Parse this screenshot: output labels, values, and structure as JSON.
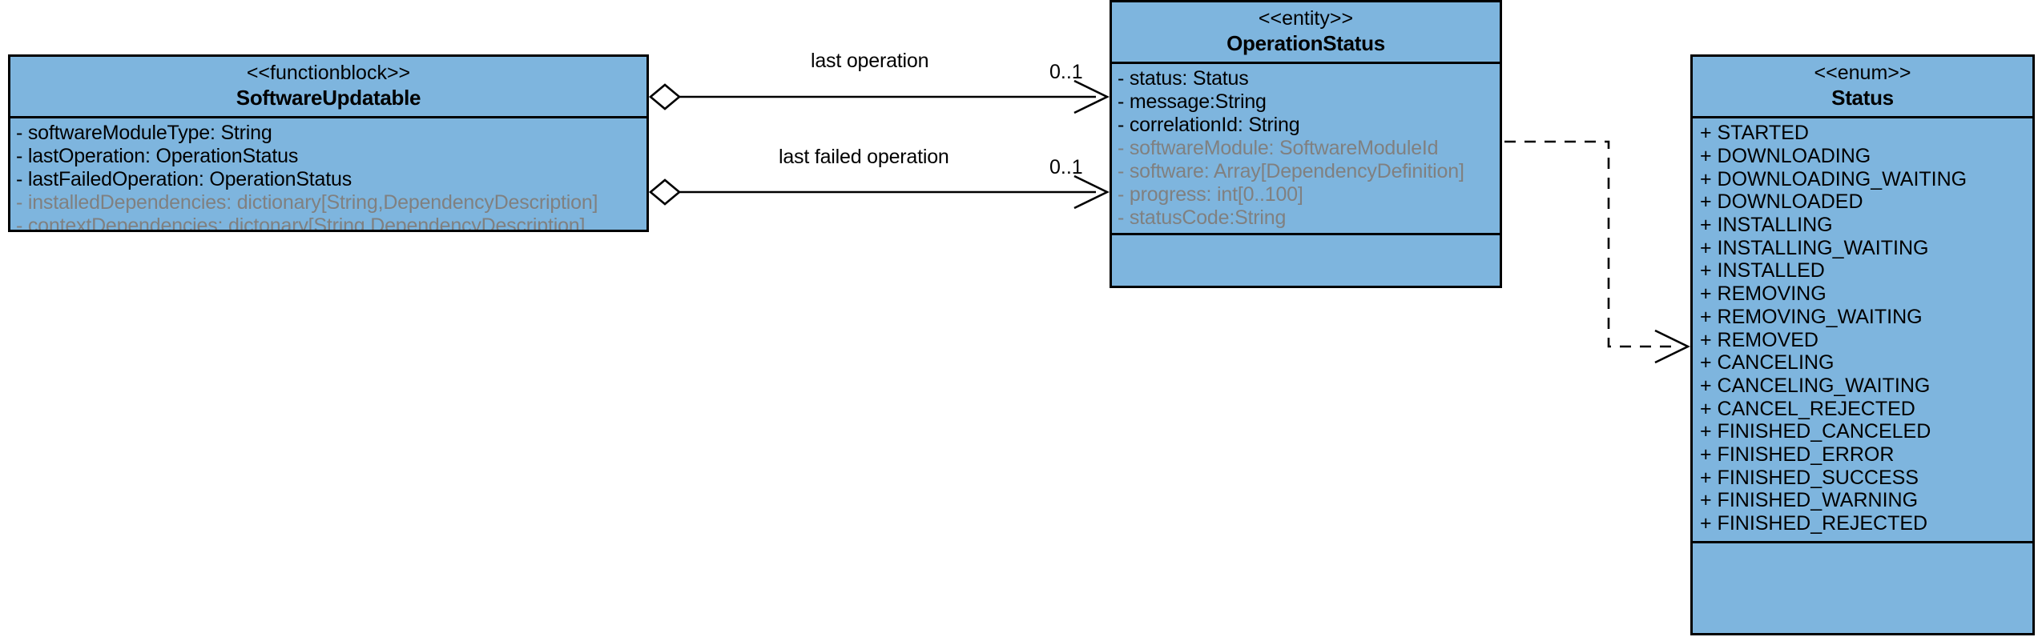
{
  "diagram": {
    "type": "uml-class-diagram",
    "background": "#ffffff",
    "fill_color": "#7eb5de",
    "border_color": "#000000",
    "disabled_text_color": "#808080"
  },
  "classes": {
    "software_updatable": {
      "stereotype": "<<functionblock>>",
      "name": "SoftwareUpdatable",
      "attributes": [
        {
          "text": "- softwareModuleType: String",
          "disabled": false
        },
        {
          "text": "- lastOperation: OperationStatus",
          "disabled": false
        },
        {
          "text": "- lastFailedOperation: OperationStatus",
          "disabled": false
        },
        {
          "text": "- installedDependencies: dictionary[String,DependencyDescription]",
          "disabled": true
        },
        {
          "text": "- contextDependencies: dictonary[String,DependencyDescription]",
          "disabled": true
        }
      ]
    },
    "operation_status": {
      "stereotype": "<<entity>>",
      "name": "OperationStatus",
      "attributes": [
        {
          "text": "- status: Status",
          "disabled": false
        },
        {
          "text": "- message:String",
          "disabled": false
        },
        {
          "text": "- correlationId: String",
          "disabled": false
        },
        {
          "text": "- softwareModule: SoftwareModuleId",
          "disabled": true
        },
        {
          "text": "- software: Array[DependencyDefinition]",
          "disabled": true
        },
        {
          "text": "- progress: int[0..100]",
          "disabled": true
        },
        {
          "text": "- statusCode:String",
          "disabled": true
        }
      ]
    },
    "status_enum": {
      "stereotype": "<<enum>>",
      "name": "Status",
      "literals": [
        "+ STARTED",
        "+ DOWNLOADING",
        "+ DOWNLOADING_WAITING",
        "+ DOWNLOADED",
        "+ INSTALLING",
        "+ INSTALLING_WAITING",
        "+ INSTALLED",
        "+ REMOVING",
        "+ REMOVING_WAITING",
        "+ REMOVED",
        "+ CANCELING",
        "+ CANCELING_WAITING",
        "+ CANCEL_REJECTED",
        "+ FINISHED_CANCELED",
        "+ FINISHED_ERROR",
        "+ FINISHED_SUCCESS",
        "+ FINISHED_WARNING",
        "+ FINISHED_REJECTED"
      ]
    }
  },
  "relationships": {
    "last_operation": {
      "label": "last operation",
      "source_multiplicity": "",
      "target_multiplicity": "0..1",
      "source_end": "aggregation-diamond",
      "target_end": "open-arrow",
      "line_style": "solid"
    },
    "last_failed_operation": {
      "label": "last failed operation",
      "source_multiplicity": "",
      "target_multiplicity": "0..1",
      "source_end": "aggregation-diamond",
      "target_end": "open-arrow",
      "line_style": "solid"
    },
    "status_dependency": {
      "label": "",
      "source_end": "none",
      "target_end": "open-arrow",
      "line_style": "dashed"
    }
  }
}
